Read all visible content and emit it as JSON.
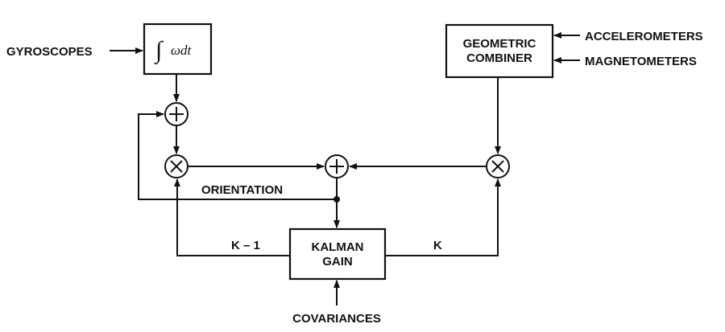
{
  "diagram": {
    "title": "Kalman filter orientation fusion block diagram",
    "inputs": {
      "gyroscopes": "GYROSCOPES",
      "accelerometers": "ACCELEROMETERS",
      "magnetometers": "MAGNETOMETERS",
      "covariances": "COVARIANCES"
    },
    "blocks": {
      "integrator": {
        "integral_symbol": "∫",
        "expression": "ωdt"
      },
      "geometric_combiner": {
        "line1": "GEOMETRIC",
        "line2": "COMBINER"
      },
      "kalman_gain": {
        "line1": "KALMAN",
        "line2": "GAIN"
      }
    },
    "operators": {
      "sum": "adder",
      "multiply": "multiplier"
    },
    "signals": {
      "orientation": "ORIENTATION",
      "k_minus_1": "K – 1",
      "k": "K"
    },
    "colors": {
      "stroke": "#111111",
      "background": "#ffffff"
    }
  }
}
